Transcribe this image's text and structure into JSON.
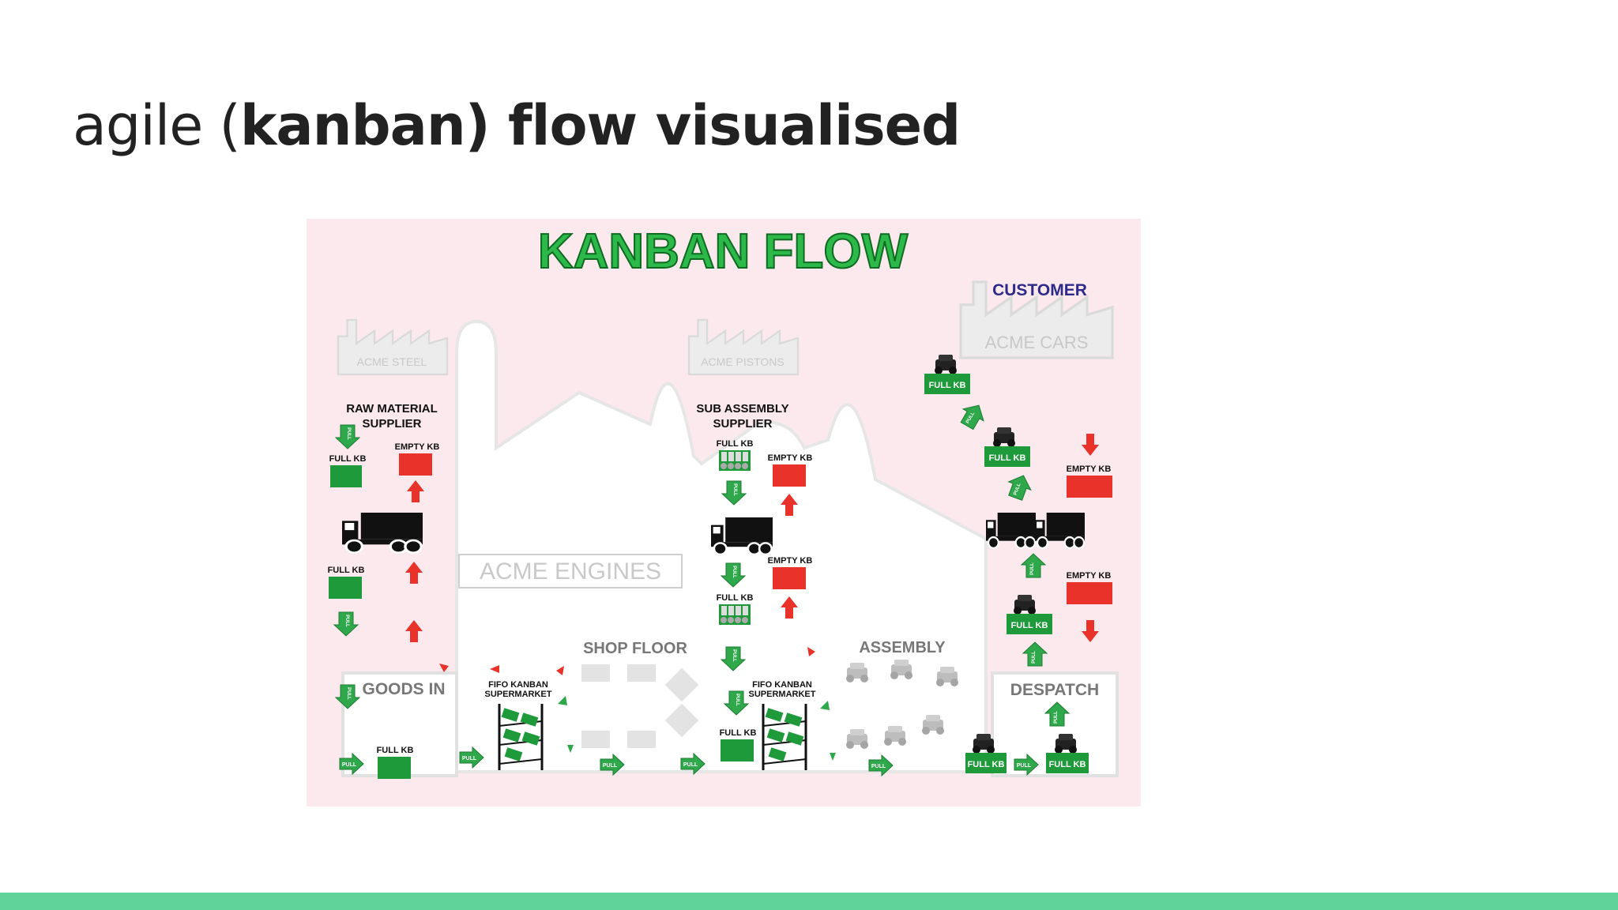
{
  "slide": {
    "title_light": "agile (",
    "title_bold": "kanban) flow visualised"
  },
  "diagram": {
    "heading": "KANBAN FLOW",
    "customer_label": "CUSTOMER",
    "acme_cars": "ACME CARS",
    "acme_steel": "ACME STEEL",
    "acme_pistons": "ACME PISTONS",
    "acme_engines": "ACME ENGINES",
    "raw_material_supplier_1": "RAW MATERIAL",
    "raw_material_supplier_2": "SUPPLIER",
    "sub_assembly_supplier_1": "SUB ASSEMBLY",
    "sub_assembly_supplier_2": "SUPPLIER",
    "goods_in": "GOODS IN",
    "shop_floor": "SHOP FLOOR",
    "assembly": "ASSEMBLY",
    "despatch": "DESPATCH",
    "fifo_1": "FIFO KANBAN",
    "fifo_2": "SUPERMARKET",
    "full_kb": "FULL KB",
    "empty_kb": "EMPTY KB",
    "pull": "PULL"
  },
  "colors": {
    "kanban_green": "#1f9a3a",
    "kanban_red": "#e8322a",
    "footer_teal": "#5fd39a",
    "diagram_bg": "#fbe9ee",
    "customer_blue": "#2e2a8a"
  }
}
